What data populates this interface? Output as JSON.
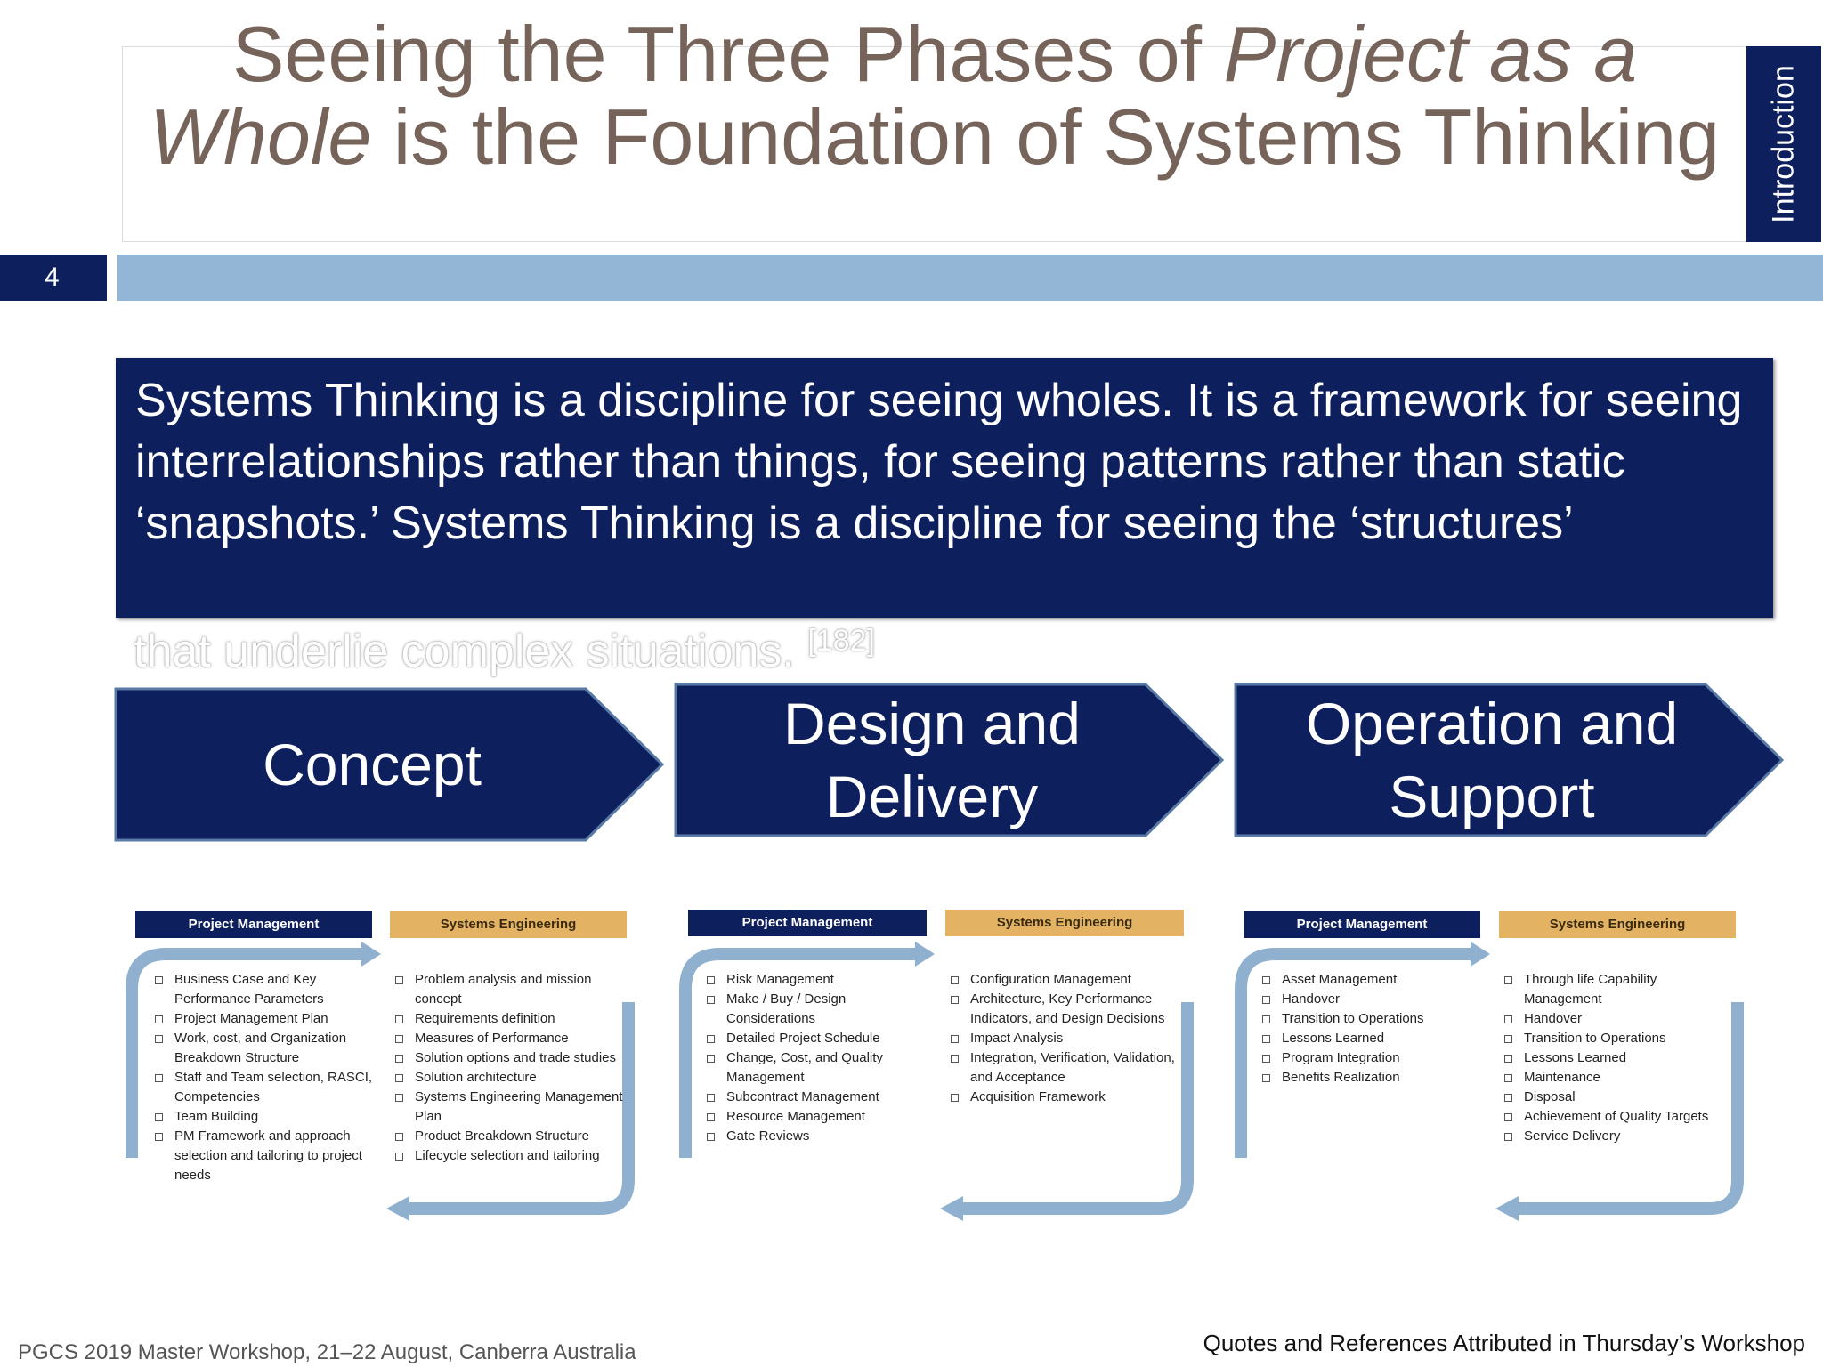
{
  "slide": {
    "title_part1": "Seeing the Three Phases of ",
    "title_italic1": "Project as a",
    "title_italic2": "Whole",
    "title_part2": " is the Foundation of Systems Thinking",
    "side_tab": "Introduction",
    "page_number": "4"
  },
  "quote": {
    "text": "Systems Thinking is a discipline for seeing wholes. It is a framework for seeing interrelationships rather than things, for seeing patterns rather than static ‘snapshots.’ Systems Thinking is a discipline for seeing the ‘structures’",
    "overflow": "that underlie complex situations. ",
    "ref": "[182]"
  },
  "phases": [
    {
      "label": "Concept"
    },
    {
      "label": "Design and Delivery"
    },
    {
      "label": "Operation and Support"
    }
  ],
  "columns": {
    "pm_header": "Project Management",
    "se_header": "Systems Engineering",
    "concept_pm": [
      "Business Case and Key Performance Parameters",
      "Project Management Plan",
      "Work, cost, and Organization Breakdown Structure",
      "Staff and Team selection, RASCI, Competencies",
      "Team Building",
      "PM Framework and approach selection and tailoring to project needs"
    ],
    "concept_se": [
      "Problem analysis and mission concept",
      "Requirements definition",
      "Measures of Performance",
      "Solution options and trade studies",
      "Solution architecture",
      "Systems Engineering Management Plan",
      "Product Breakdown Structure",
      "Lifecycle selection and tailoring"
    ],
    "design_pm": [
      "Risk Management",
      "Make / Buy / Design Considerations",
      "Detailed Project Schedule",
      "Change, Cost, and Quality Management",
      "Subcontract Management",
      "Resource Management",
      "Gate Reviews"
    ],
    "design_se": [
      "Configuration Management",
      "Architecture, Key Performance Indicators, and Design  Decisions",
      "Impact Analysis",
      "Integration, Verification, Validation, and Acceptance",
      "Acquisition Framework"
    ],
    "ops_pm": [
      "Asset Management",
      "Handover",
      "Transition to Operations",
      "Lessons Learned",
      "Program Integration",
      "Benefits Realization"
    ],
    "ops_se": [
      "Through life Capability Management",
      "Handover",
      "Transition to Operations",
      "Lessons Learned",
      "Maintenance",
      "Disposal",
      "Achievement of Quality Targets",
      "Service Delivery"
    ]
  },
  "footer": {
    "left": "PGCS 2019 Master Workshop, 21–22 August, Canberra Australia",
    "right": "Quotes and References Attributed in Thursday’s Workshop"
  },
  "colors": {
    "navy": "#0e1f5e",
    "band": "#93b5d6",
    "title": "#76635a",
    "gold": "#e3b363",
    "flow_arrow": "#8fb1cf"
  }
}
